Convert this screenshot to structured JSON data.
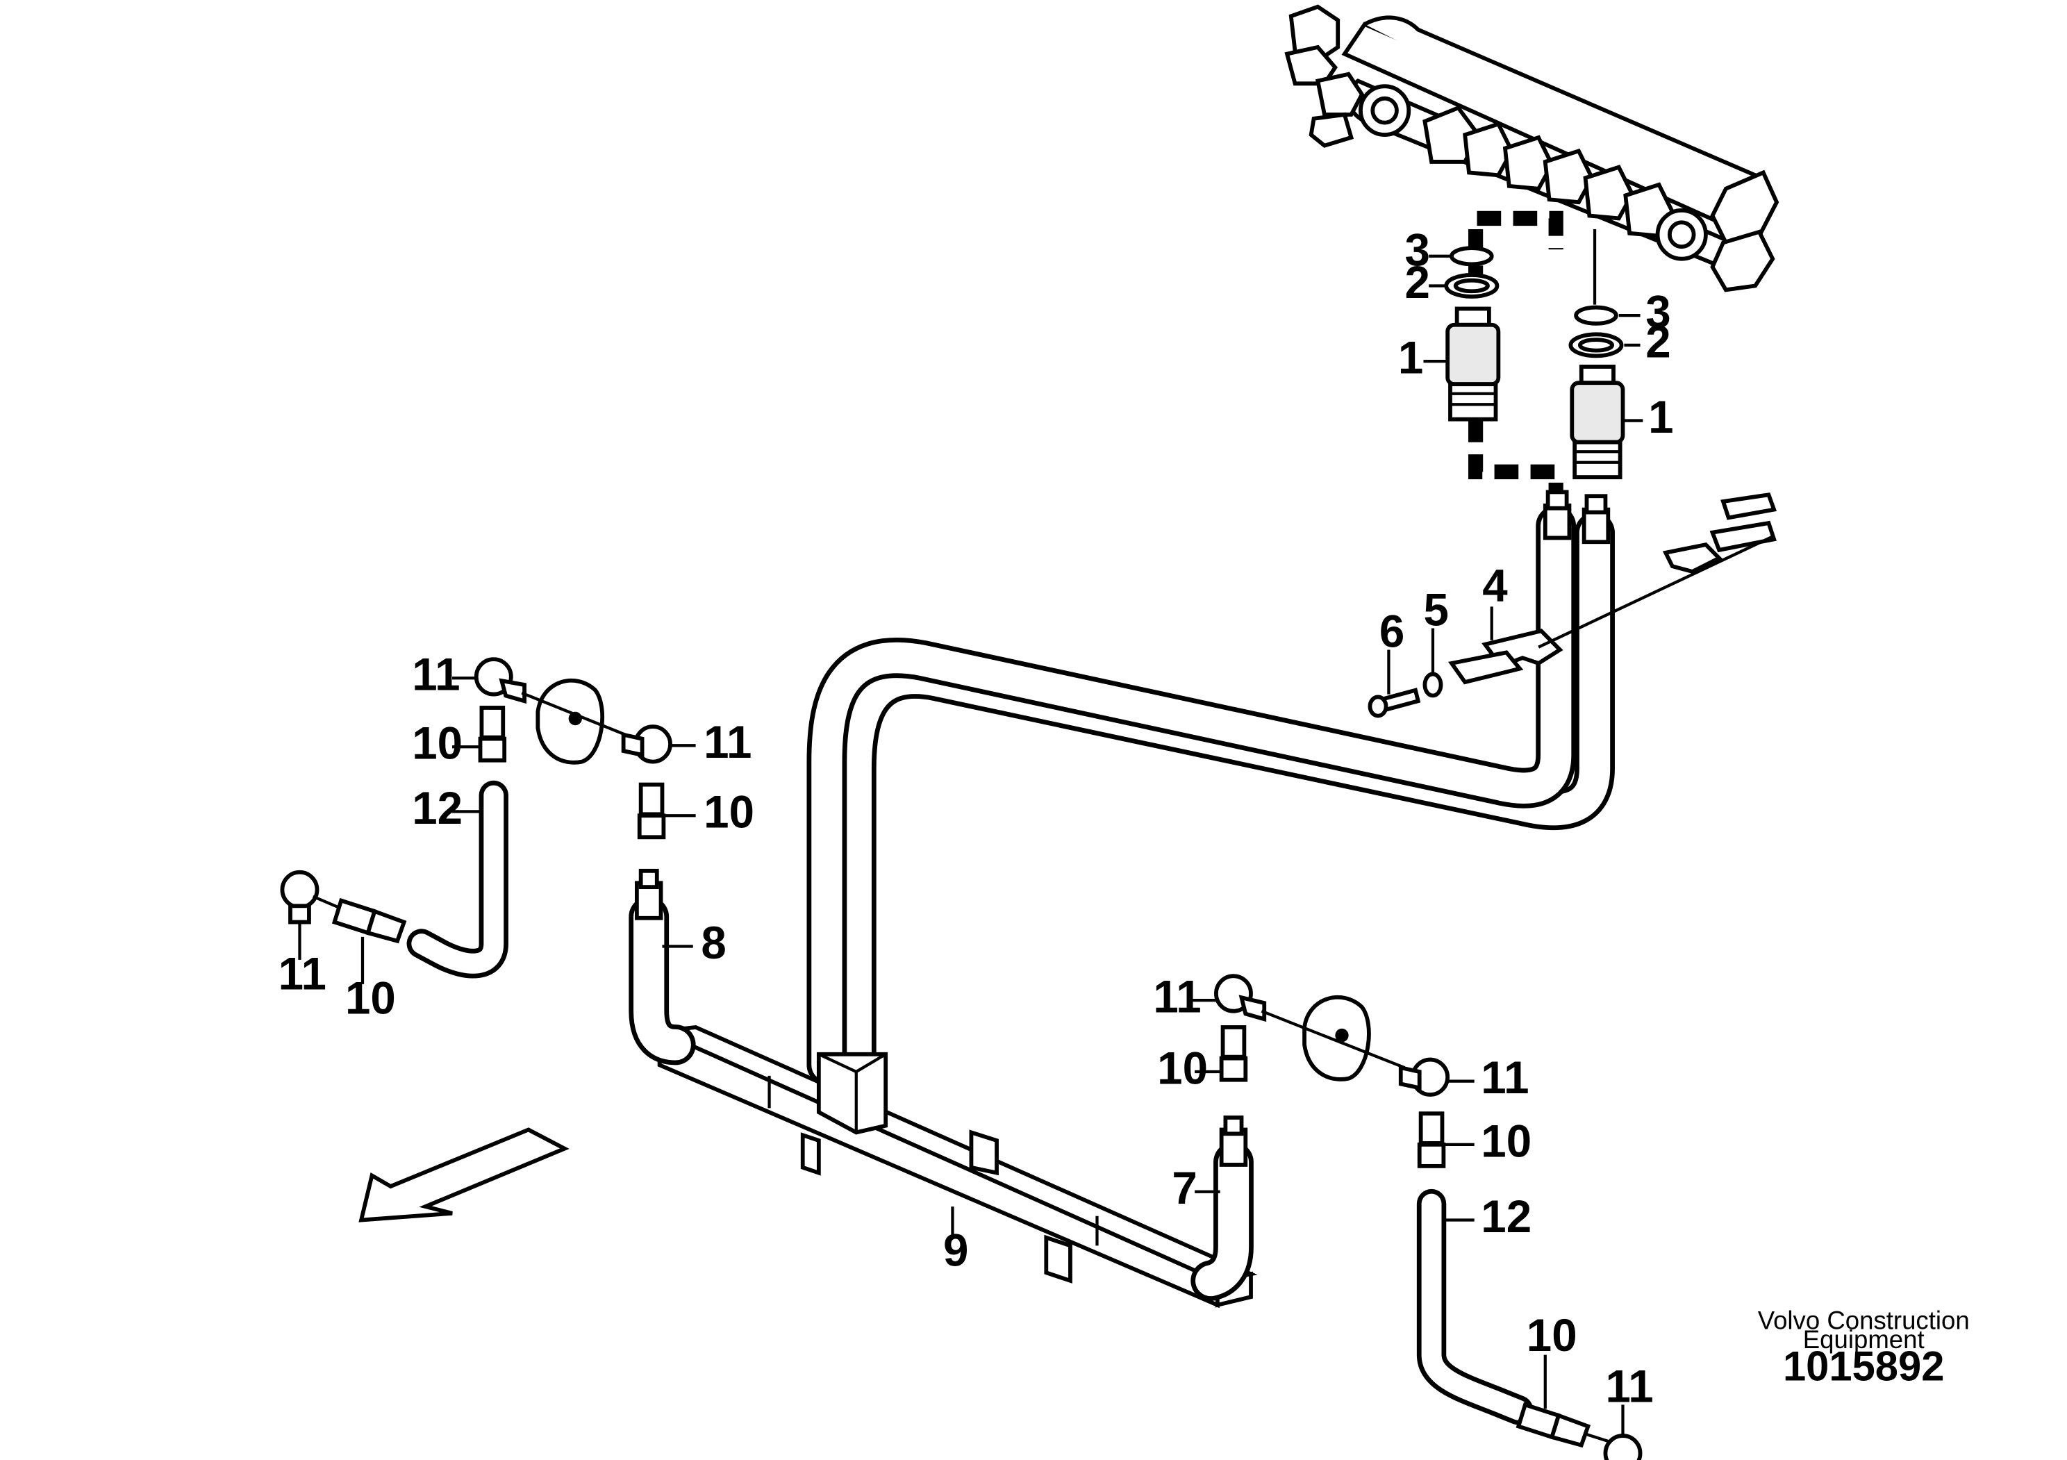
{
  "callouts": {
    "c1a": "1",
    "c1b": "1",
    "c2a": "2",
    "c2b": "2",
    "c3a": "3",
    "c3b": "3",
    "c4": "4",
    "c5": "5",
    "c6": "6",
    "c7": "7",
    "c8": "8",
    "c9": "9",
    "c10a": "10",
    "c10b": "10",
    "c10c": "10",
    "c10d": "10",
    "c10e": "10",
    "c10f": "10",
    "c11a": "11",
    "c11b": "11",
    "c11c": "11",
    "c11d": "11",
    "c11e": "11",
    "c11f": "11",
    "c12a": "12",
    "c12b": "12"
  },
  "credit": {
    "line1": "Volvo Construction",
    "line2": "Equipment",
    "doc_number": "1015892"
  }
}
